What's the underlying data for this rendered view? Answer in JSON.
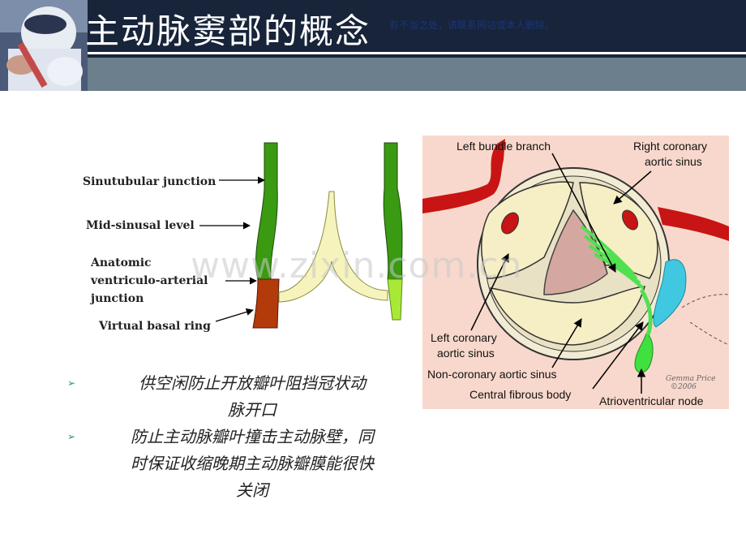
{
  "header": {
    "title": "主动脉窦部的概念",
    "notice": "有不当之处，请联系网站或本人删除。"
  },
  "watermark": "www.zixin.com.cn",
  "left_diagram": {
    "labels": {
      "sinutubular": "Sinutubular junction",
      "mid_sinusal": "Mid-sinusal level",
      "anatomic_1": "Anatomic",
      "anatomic_2": "ventriculo-arterial",
      "anatomic_3": "junction",
      "virtual_ring": "Virtual basal ring"
    }
  },
  "right_diagram": {
    "labels": {
      "left_bundle": "Left bundle branch",
      "right_coronary_1": "Right coronary",
      "right_coronary_2": "aortic sinus",
      "left_coronary_1": "Left coronary",
      "left_coronary_2": "aortic sinus",
      "non_coronary": "Non-coronary aortic sinus",
      "central_fibrous": "Central fibrous body",
      "av_node": "Atrioventricular node",
      "signature_1": "Gemma Price",
      "signature_2": "©2006"
    }
  },
  "bullets": [
    {
      "line1": "供空闲防止开放瓣叶阻挡冠状动",
      "line2": "脉开口"
    },
    {
      "line1": "防止主动脉瓣叶撞击主动脉壁，同",
      "line2": "时保证收缩晚期主动脉瓣膜能很快",
      "line3": "关闭"
    }
  ],
  "colors": {
    "header_dark": "#17243a",
    "header_gray": "#6b7f8c",
    "sinus_green": "#3a9a12",
    "lower_green": "#a8e838",
    "ring_red": "#b33a0a",
    "leaflet": "#f6f4bc",
    "artery_red": "#c81414",
    "node_cyan": "#40c8e0",
    "bundle_green": "#50e050",
    "diagram_bg": "#f8d8cc"
  }
}
